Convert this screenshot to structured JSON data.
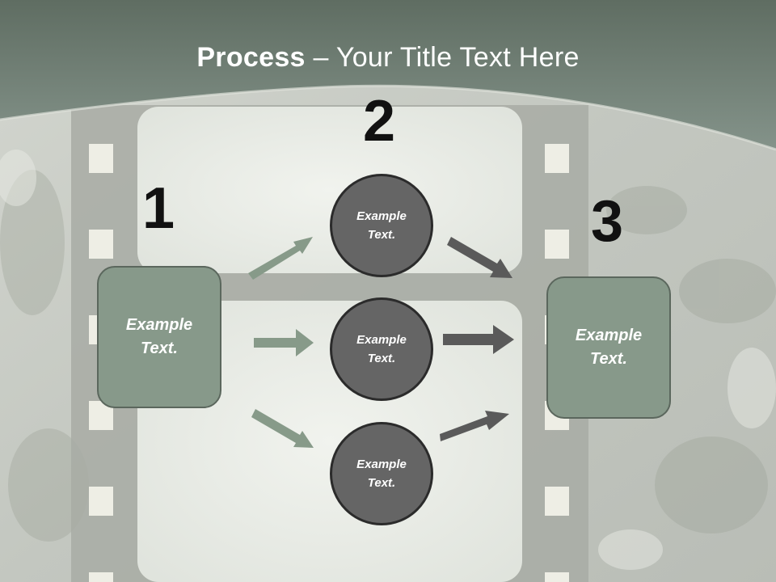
{
  "title": {
    "bold": "Process",
    "rest": " – Your Title Text Here"
  },
  "steps": [
    {
      "number": "1",
      "text_line1": "Example",
      "text_line2": "Text."
    },
    {
      "number": "2"
    },
    {
      "number": "3",
      "text_line1": "Example",
      "text_line2": "Text."
    }
  ],
  "circles": [
    {
      "text_line1": "Example",
      "text_line2": "Text."
    },
    {
      "text_line1": "Example",
      "text_line2": "Text."
    },
    {
      "text_line1": "Example",
      "text_line2": "Text."
    }
  ],
  "colors": {
    "header": "#7a8a7d",
    "box_fill": "#87998a",
    "circle_fill": "#656565",
    "arrow_light": "#879a89",
    "arrow_dark": "#5a5a5a"
  }
}
